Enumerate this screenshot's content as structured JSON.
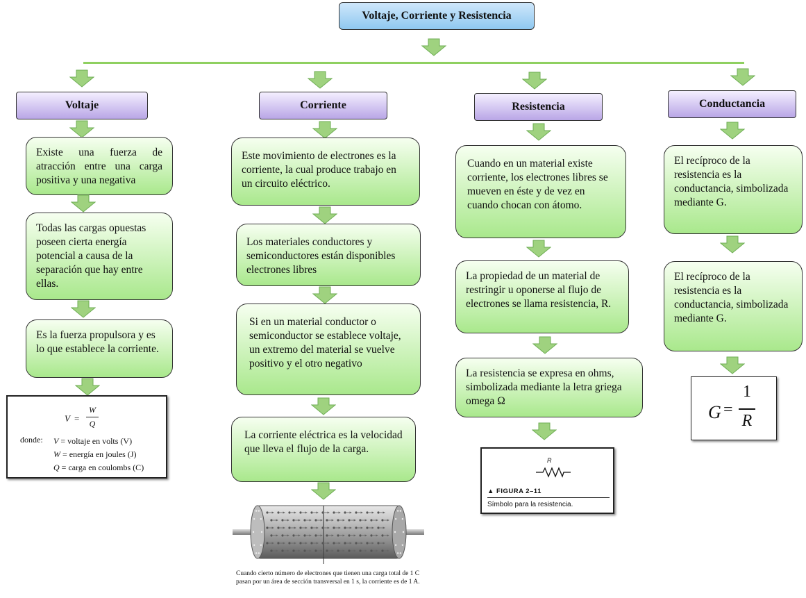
{
  "title": "Voltaje, Corriente y Resistencia",
  "columns": [
    {
      "heading": "Voltaje",
      "cards": [
        "Existe una fuerza de atracción entre una carga positiva y una negativa",
        "Todas las cargas opuestas poseen cierta energía potencial a causa de la separación que hay entre ellas.",
        "Es la fuerza propulsora y es lo que establece la corriente."
      ]
    },
    {
      "heading": "Corriente",
      "cards": [
        "Este movimiento de electrones es la corriente, la cual produce trabajo en un circuito eléctrico.",
        "Los materiales conductores y semiconductores están disponibles electrones libres",
        "Si en un material conductor o semiconductor se establece voltaje, un extremo del material se vuelve positivo y el otro negativo",
        "La corriente eléctrica es la velocidad que lleva el flujo de la carga."
      ]
    },
    {
      "heading": "Resistencia",
      "cards": [
        "Cuando en un material existe corriente, los electrones libres se mueven en éste y de vez en cuando chocan con átomo.",
        "La propiedad de un material de restringir u oponerse al flujo de electrones se llama resistencia, R.",
        "La resistencia se expresa en ohms, simbolizada mediante la letra griega omega Ω"
      ]
    },
    {
      "heading": "Conductancia",
      "cards": [
        "El recíproco de la resistencia es la conductancia, simbolizada mediante G.",
        "El recíproco de la resistencia es la conductancia, simbolizada mediante G."
      ]
    }
  ],
  "voltage_formula": {
    "lhs": "V",
    "eq": "=",
    "num": "W",
    "den": "Q",
    "donde": "donde:",
    "defs": [
      {
        "sym": "V",
        "text": " = voltaje en volts (V)"
      },
      {
        "sym": "W",
        "text": " = energía en joules (J)"
      },
      {
        "sym": "Q",
        "text": " = carga en coulombs (C)"
      }
    ]
  },
  "current_figure": {
    "caption": "Cuando cierto número de electrones que tienen una carga total de 1 C pasan por un área de sección transversal en 1 s, la corriente es de 1 A."
  },
  "resistor_figure": {
    "symbol_label": "R",
    "figure_label": "▲ FIGURA 2–11",
    "caption": "Símbolo para la resistencia."
  },
  "conductance_formula": {
    "lhs": "G",
    "eq": "=",
    "num": "1",
    "den": "R"
  },
  "colors": {
    "arrow_fill": "#9fd27f",
    "arrow_stroke": "#6fae55",
    "card_top": "#f6fff0",
    "card_bottom": "#a9e88c",
    "heading_bottom": "#b9a6e6",
    "title_bottom": "#8fc8f0",
    "line": "#8fd060"
  }
}
